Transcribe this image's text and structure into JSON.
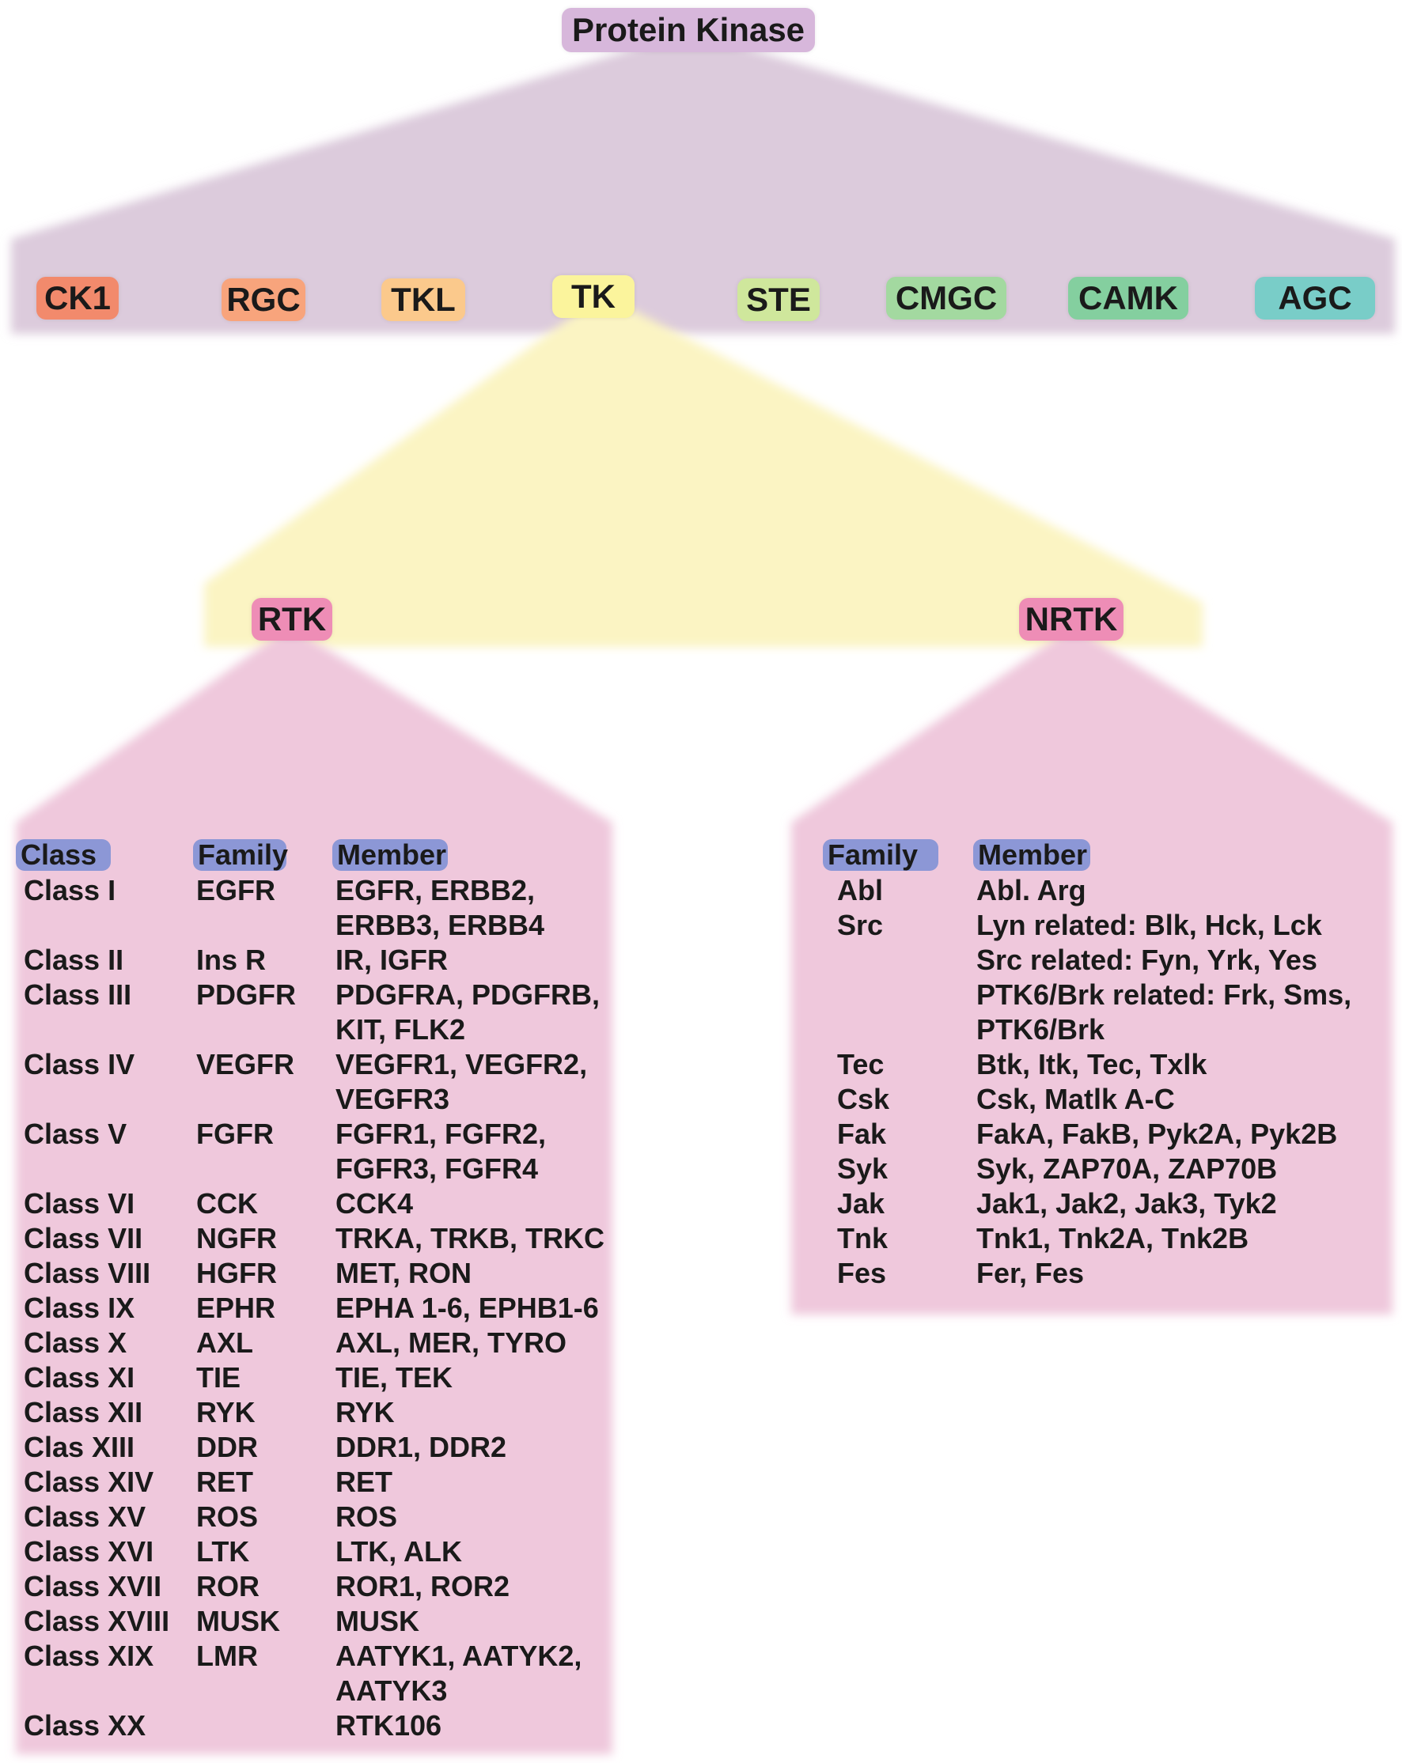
{
  "root": {
    "label": "Protein Kinase"
  },
  "groups": [
    {
      "label": "CK1",
      "color": "#f28a6c"
    },
    {
      "label": "RGC",
      "color": "#f8a47c"
    },
    {
      "label": "TKL",
      "color": "#fbc98c"
    },
    {
      "label": "TK",
      "color": "#fbf49c"
    },
    {
      "label": "STE",
      "color": "#cfe79c"
    },
    {
      "label": "CMGC",
      "color": "#a3d9a0"
    },
    {
      "label": "CAMK",
      "color": "#84cf9f"
    },
    {
      "label": "AGC",
      "color": "#79cdc8"
    }
  ],
  "tk": {
    "rtk_label": "RTK",
    "nrtk_label": "NRTK",
    "badge_color": "#ee8db6"
  },
  "colors": {
    "root_panel": "#dccbdc",
    "root_badge": "#d7b7db",
    "tk_fan": "#fbf4c3",
    "sub_panel": "#efc8dc",
    "header_badge": "#8c97d6"
  },
  "rtk_table": {
    "headers": [
      "Class",
      "Family",
      "Member"
    ],
    "rows": [
      [
        "Class I",
        "EGFR",
        "EGFR, ERBB2,\nERBB3, ERBB4"
      ],
      [
        "Class II",
        "Ins R",
        "IR, IGFR"
      ],
      [
        "Class III",
        "PDGFR",
        "PDGFRA, PDGFRB,\nKIT, FLK2"
      ],
      [
        "Class IV",
        "VEGFR",
        "VEGFR1, VEGFR2,\nVEGFR3"
      ],
      [
        "Class V",
        "FGFR",
        "FGFR1, FGFR2,\nFGFR3, FGFR4"
      ],
      [
        "Class VI",
        "CCK",
        "CCK4"
      ],
      [
        "Class VII",
        "NGFR",
        "TRKA, TRKB, TRKC"
      ],
      [
        "Class VIII",
        "HGFR",
        "MET, RON"
      ],
      [
        "Class IX",
        "EPHR",
        "EPHA 1-6, EPHB1-6"
      ],
      [
        "Class X",
        "AXL",
        "AXL, MER, TYRO"
      ],
      [
        "Class XI",
        "TIE",
        "TIE, TEK"
      ],
      [
        "Class XII",
        "RYK",
        "RYK"
      ],
      [
        "Clas XIII",
        "DDR",
        "DDR1, DDR2"
      ],
      [
        "Class XIV",
        "RET",
        "RET"
      ],
      [
        "Class XV",
        "ROS",
        "ROS"
      ],
      [
        "Class XVI",
        "LTK",
        "LTK, ALK"
      ],
      [
        "Class XVII",
        "ROR",
        "ROR1, ROR2"
      ],
      [
        "Class XVIII",
        "MUSK",
        "MUSK"
      ],
      [
        "Class XIX",
        "LMR",
        "AATYK1, AATYK2,\nAATYK3"
      ],
      [
        "Class XX",
        "",
        "RTK106"
      ]
    ]
  },
  "nrtk_table": {
    "headers": [
      "Family",
      "Member"
    ],
    "rows": [
      [
        "Abl",
        "Abl. Arg"
      ],
      [
        "Src",
        "Lyn related: Blk, Hck, Lck\nSrc related: Fyn, Yrk, Yes\nPTK6/Brk related: Frk, Sms,\nPTK6/Brk"
      ],
      [
        "Tec",
        "Btk, Itk, Tec, Txlk"
      ],
      [
        "Csk",
        "Csk, Matlk A-C"
      ],
      [
        "Fak",
        "FakA, FakB, Pyk2A, Pyk2B"
      ],
      [
        "Syk",
        "Syk, ZAP70A, ZAP70B"
      ],
      [
        "Jak",
        "Jak1, Jak2, Jak3, Tyk2"
      ],
      [
        "Tnk",
        "Tnk1, Tnk2A, Tnk2B"
      ],
      [
        "Fes",
        "Fer, Fes"
      ]
    ]
  }
}
